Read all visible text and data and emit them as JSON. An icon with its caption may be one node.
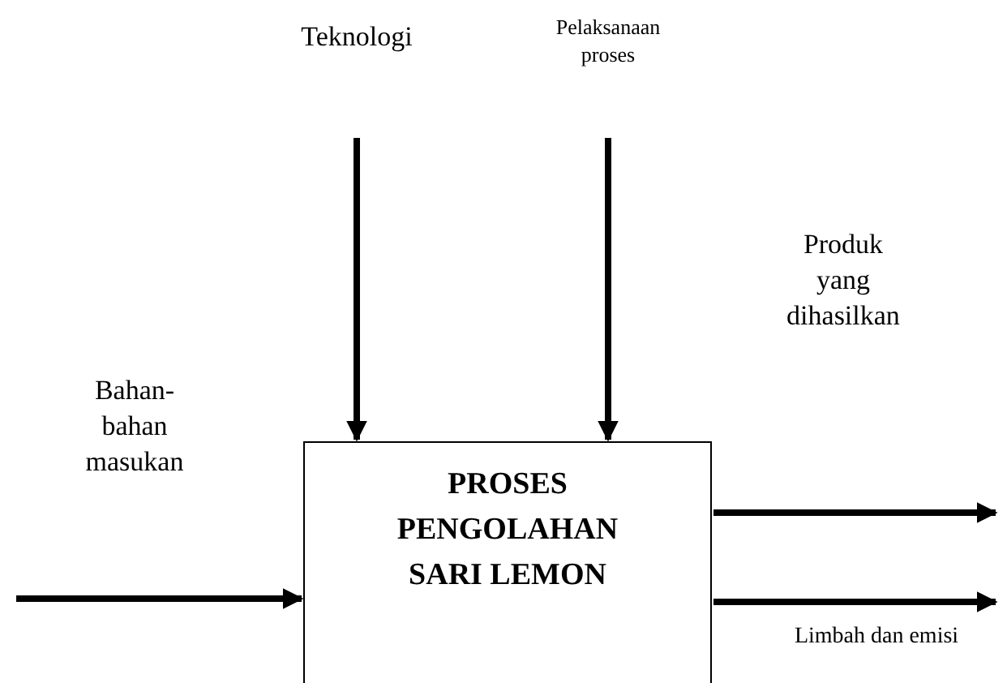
{
  "diagram": {
    "nodes": [
      {
        "text": [
          "Teknologi"
        ]
      },
      {
        "text": [
          "Pelaksanaan proses"
        ]
      },
      {
        "text": [
          "PROSES PENGOLAHAN SARI LEMON"
        ]
      }
    ],
    "edges": [
      {
        "from": 0,
        "to": 2,
        "arrow": "to"
      },
      {
        "from": 1,
        "to": 2,
        "arrow": "to"
      },
      {
        "from": null,
        "to": 2,
        "arrow": "to"
      },
      {
        "from": 2,
        "to": null,
        "arrow": "to"
      },
      {
        "from": 2,
        "to": null,
        "arrow": "to",
        "label": "Limbah dan emisi"
      }
    ],
    "labels": [
      "Bahan-bahan masukan",
      "Produk yang dihasilkan"
    ]
  }
}
